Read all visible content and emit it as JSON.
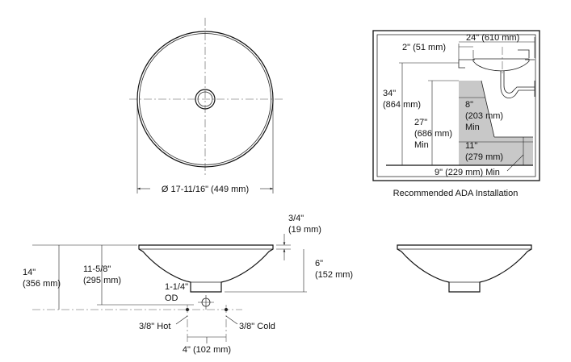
{
  "top_view": {
    "diameter": "Ø 17-11/16\" (449 mm)"
  },
  "ada": {
    "caption": "Recommended ADA Installation",
    "depth_dim": "2\" (51 mm)",
    "width_dim": "24\" (610 mm)",
    "height_in": "34\"",
    "height_mm": "(864 mm)",
    "knee_in": "27\"",
    "knee_mm": "(686 mm)",
    "knee_min": "Min",
    "toe_in": "8\"",
    "toe_mm": "(203 mm)",
    "toe_min": "Min",
    "clear_in": "11\"",
    "clear_mm": "(279 mm)",
    "floor_dim": "9\" (229 mm) Min"
  },
  "side_view": {
    "overall_in": "14\"",
    "overall_mm": "(356 mm)",
    "drain_in": "11-5/8\"",
    "drain_mm": "(295 mm)",
    "rim_in": "3/4\"",
    "rim_mm": "(19 mm)",
    "bowl_in": "6\"",
    "bowl_mm": "(152 mm)",
    "od_in": "1-1/4\"",
    "od_label": "OD",
    "hot": "3/8\" Hot",
    "cold": "3/8\" Cold",
    "spacing": "4\" (102 mm)"
  }
}
